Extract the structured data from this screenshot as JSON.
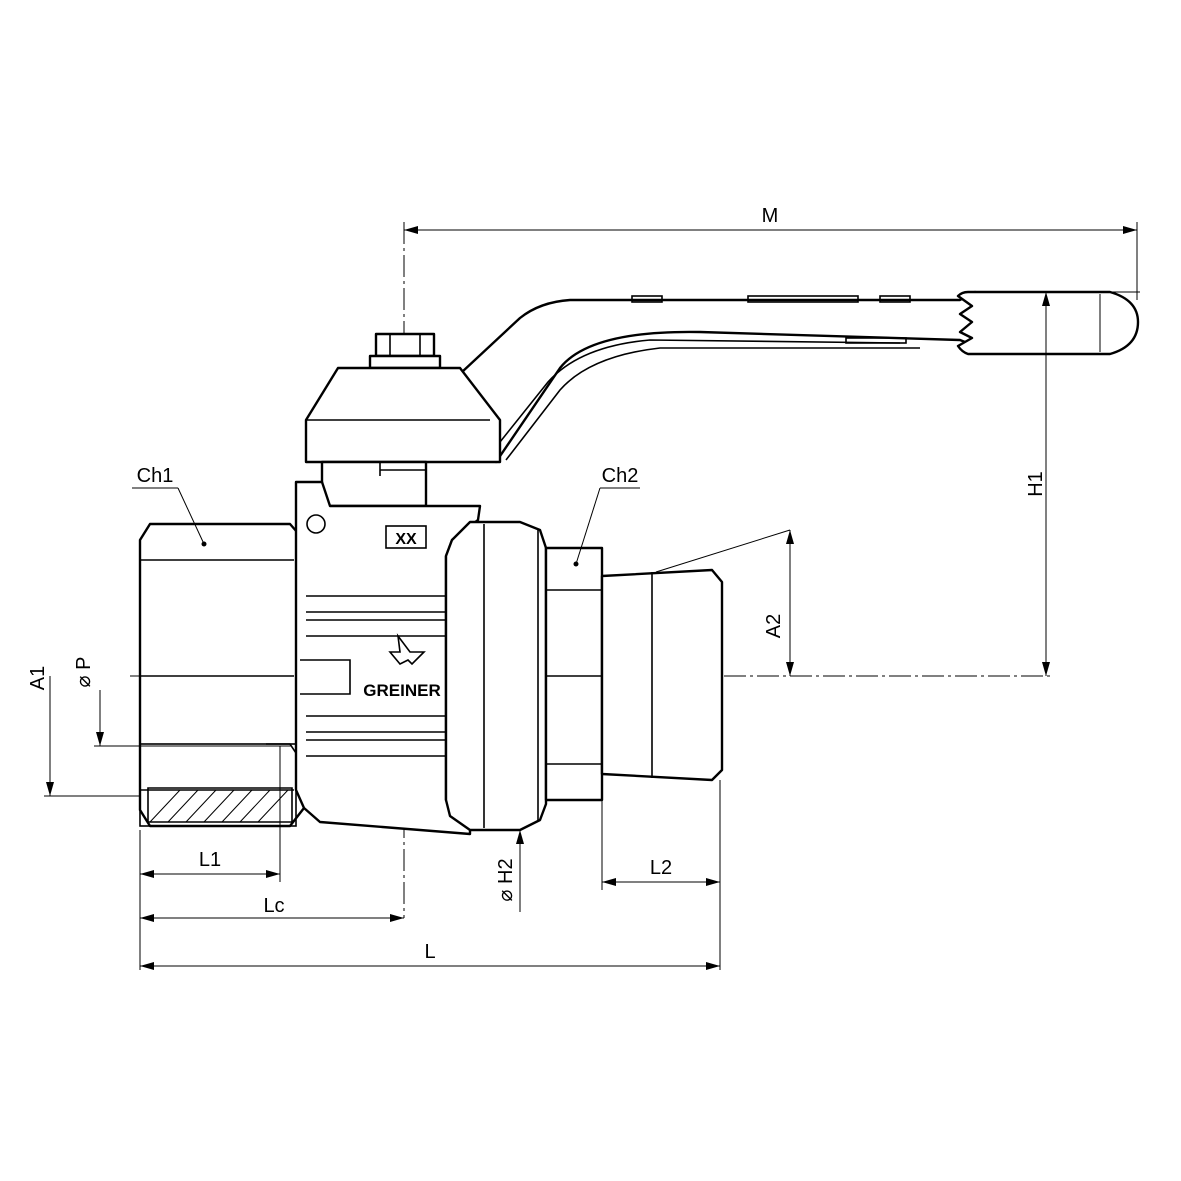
{
  "labels": {
    "M": "M",
    "H1": "H1",
    "A2": "A2",
    "Ch1": "Ch1",
    "Ch2": "Ch2",
    "A1": "A1",
    "P": "P",
    "H2": "H2",
    "L1": "L1",
    "Lc": "Lc",
    "L": "L",
    "L2": "L2"
  },
  "symbols": {
    "diameter": "⌀"
  },
  "markings": {
    "size_box": "XX",
    "brand": "GREINER"
  }
}
